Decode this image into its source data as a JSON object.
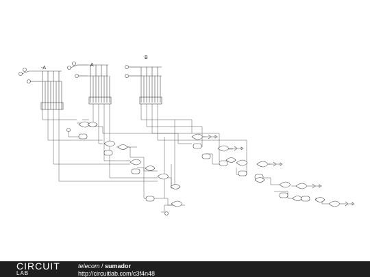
{
  "labels": {
    "neg_a": "-A",
    "a": "A",
    "b": "B"
  },
  "footer": {
    "logo_top": "CIRCUIT",
    "logo_bottom": "LAB",
    "owner": "telecom",
    "separator": " / ",
    "circuit_name": "sumador",
    "url": "http://circuitlab.com/c3f4n48"
  }
}
